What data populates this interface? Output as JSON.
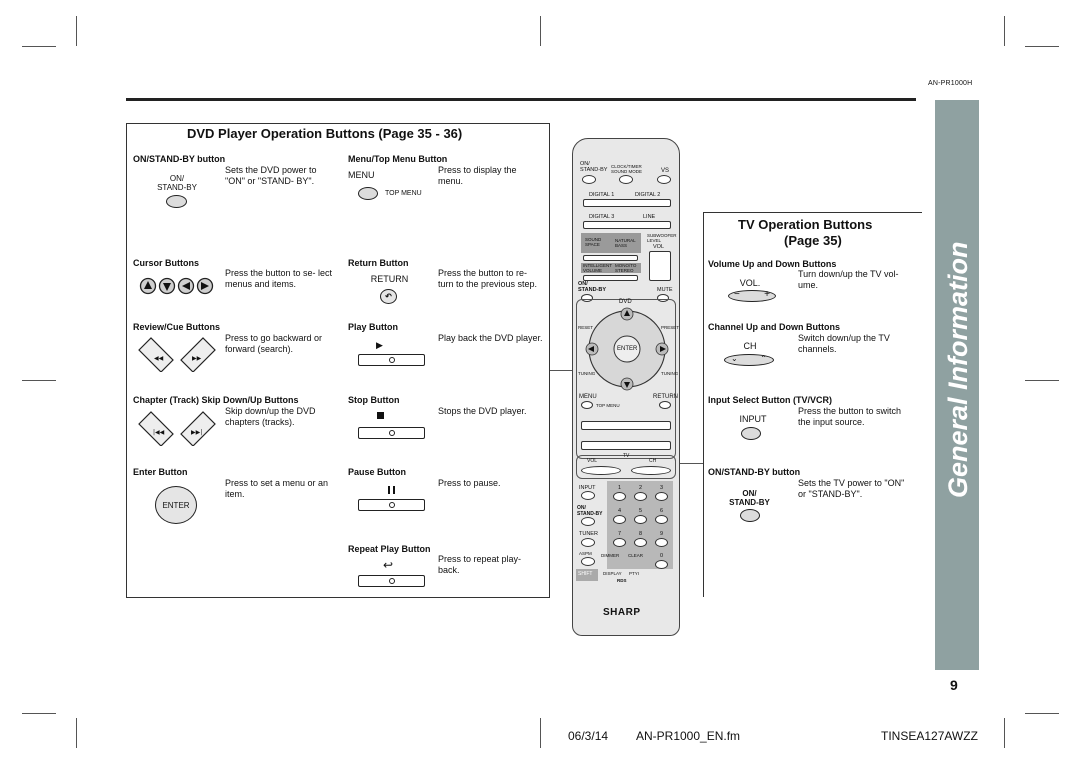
{
  "header": {
    "doc_code": "AN-PR1000H"
  },
  "dvd_box": {
    "title": "DVD Player Operation Buttons (Page 35 - 36)",
    "items": [
      {
        "heading": "ON/STAND-BY button",
        "caption": "ON/\nSTAND-BY",
        "desc": "Sets the DVD power to \"ON\" or \"STAND- BY\"."
      },
      {
        "heading": "Menu/Top Menu Button",
        "caption": "MENU",
        "caption2": "TOP MENU",
        "desc": "Press to display the menu."
      },
      {
        "heading": "Cursor Buttons",
        "desc": "Press the button to se- lect menus and items."
      },
      {
        "heading": "Return Button",
        "caption": "RETURN",
        "desc": "Press the button to re- turn to the previous step."
      },
      {
        "heading": "Review/Cue Buttons",
        "desc": "Press to go backward or forward (search)."
      },
      {
        "heading": "Play Button",
        "desc": "Play back the DVD player."
      },
      {
        "heading": "Chapter (Track) Skip Down/Up Buttons",
        "desc": "Skip down/up the DVD chapters (tracks)."
      },
      {
        "heading": "Stop Button",
        "desc": "Stops the DVD player."
      },
      {
        "heading": "Enter Button",
        "caption": "ENTER",
        "desc": "Press to set a menu or an item."
      },
      {
        "heading": "Pause Button",
        "desc": "Press to pause."
      },
      {
        "heading": "Repeat Play Button",
        "desc": "Press to repeat play- back."
      }
    ]
  },
  "tv_box": {
    "title_line1": "TV Operation Buttons",
    "title_line2": "(Page 35)",
    "items": [
      {
        "heading": "Volume Up and Down Buttons",
        "caption": "VOL.",
        "desc": "Turn down/up the TV vol- ume."
      },
      {
        "heading": "Channel Up and Down Buttons",
        "caption": "CH",
        "desc": "Switch down/up the TV channels."
      },
      {
        "heading": "Input Select Button (TV/VCR)",
        "caption": "INPUT",
        "desc": "Press the button to switch the input source."
      },
      {
        "heading": "ON/STAND-BY button",
        "caption": "ON/\nSTAND-BY",
        "desc": "Sets the TV power to \"ON\" or \"STAND-BY\"."
      }
    ]
  },
  "remote": {
    "labels": {
      "on_standby": "ON/\nSTAND-BY",
      "clock_timer": "CLOCK/TIMER",
      "sound_mode": "SOUND MODE",
      "vs": "VS",
      "digital1": "DIGITAL 1",
      "digital2": "DIGITAL 2",
      "digital3": "DIGITAL 3",
      "line": "LINE",
      "sound_space": "SOUND\nSPACE",
      "natural_bass": "NATURAL\nBASS",
      "subwoofer": "SUBWOOFER\nLEVEL",
      "vol": "VOL",
      "intelligent_volume": "INTELLIGENT\nVOLUME",
      "mono_stereo": "MONO/TO\nSTEREO",
      "mute": "MUTE",
      "dvd": "DVD",
      "reset": "RESET",
      "preset": "PRESET",
      "enter": "ENTER",
      "tuning": "TUNING",
      "menu": "MENU",
      "top_menu": "TOP MENU",
      "return": "RETURN",
      "tv": "TV",
      "ch": "CH",
      "input": "INPUT",
      "tuner": "TUNER",
      "aspm": "ASPM",
      "dimmer": "DIMMER",
      "clear": "CLEAR",
      "shift": "SHIFT",
      "display": "DISPLAY",
      "ptyi": "PTYI",
      "rds": "RDS",
      "brand": "SHARP",
      "keys": [
        "1",
        "2",
        "3",
        "4",
        "5",
        "6",
        "7",
        "8",
        "9",
        "0"
      ]
    }
  },
  "side_tab": {
    "label": "General Information"
  },
  "page_number": "9",
  "footer": {
    "date": "06/3/14",
    "file": "AN-PR1000_EN.fm",
    "code": "TINSEA127AWZZ"
  }
}
